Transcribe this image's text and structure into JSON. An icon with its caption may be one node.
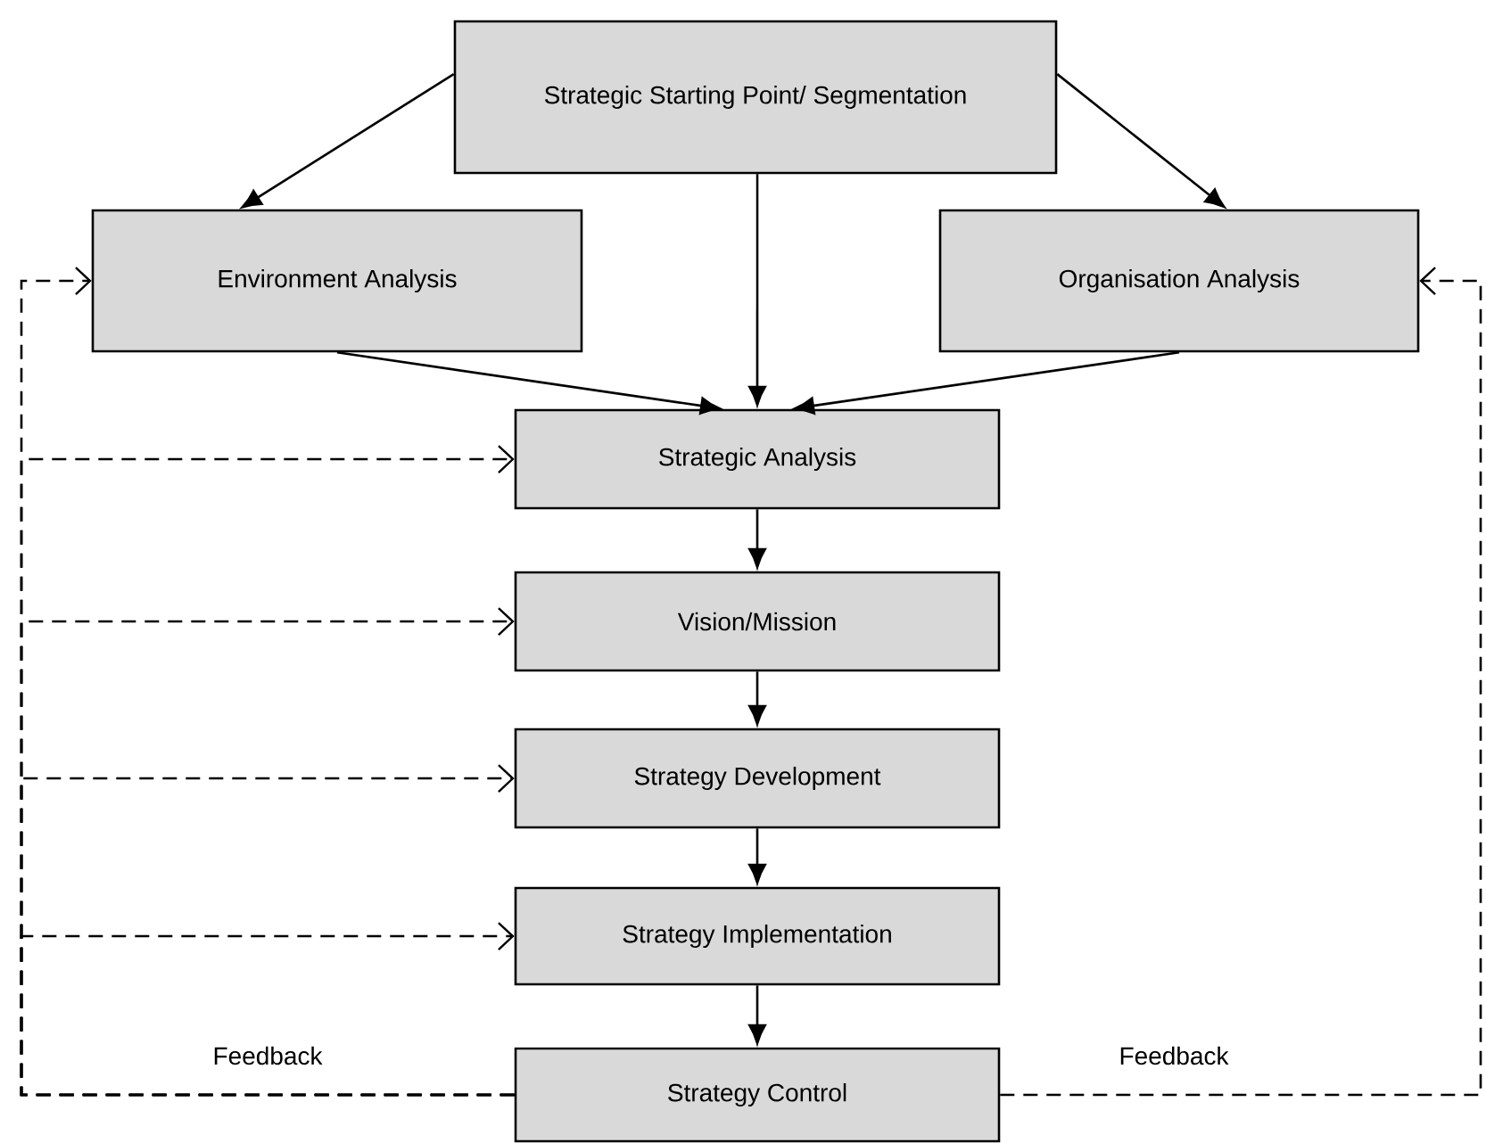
{
  "diagram": {
    "nodes": [
      {
        "text": [
          "Strategic Starting Point/ Segmentation"
        ]
      },
      {
        "text": [
          "Environment Analysis"
        ]
      },
      {
        "text": [
          "Organisation Analysis"
        ]
      },
      {
        "text": [
          "Strategic Analysis"
        ]
      },
      {
        "text": [
          "Vision/Mission"
        ]
      },
      {
        "text": [
          "Strategy Development"
        ]
      },
      {
        "text": [
          "Strategy Implementation"
        ]
      },
      {
        "text": [
          "Strategy Control"
        ]
      }
    ],
    "edges": [
      {
        "from": 0,
        "to": 1,
        "arrow": "to"
      },
      {
        "from": 0,
        "to": 3,
        "arrow": "to"
      },
      {
        "from": 0,
        "to": 2,
        "arrow": "to"
      },
      {
        "from": 1,
        "to": 3,
        "arrow": "to"
      },
      {
        "from": 2,
        "to": 3,
        "arrow": "to"
      },
      {
        "from": 3,
        "to": 4,
        "arrow": "to"
      },
      {
        "from": 4,
        "to": 5,
        "arrow": "to"
      },
      {
        "from": 5,
        "to": 6,
        "arrow": "to"
      },
      {
        "from": 6,
        "to": 7,
        "arrow": "to"
      },
      {
        "from": 7,
        "to": 1,
        "arrow": "to",
        "style": "dashed",
        "label": "Feedback"
      },
      {
        "from": 7,
        "to": 3,
        "arrow": "to",
        "style": "dashed"
      },
      {
        "from": 7,
        "to": 4,
        "arrow": "to",
        "style": "dashed"
      },
      {
        "from": 7,
        "to": 5,
        "arrow": "to",
        "style": "dashed"
      },
      {
        "from": 7,
        "to": 6,
        "arrow": "to",
        "style": "dashed"
      },
      {
        "from": 7,
        "to": 2,
        "arrow": "to",
        "style": "dashed",
        "label": "Feedback"
      }
    ]
  }
}
